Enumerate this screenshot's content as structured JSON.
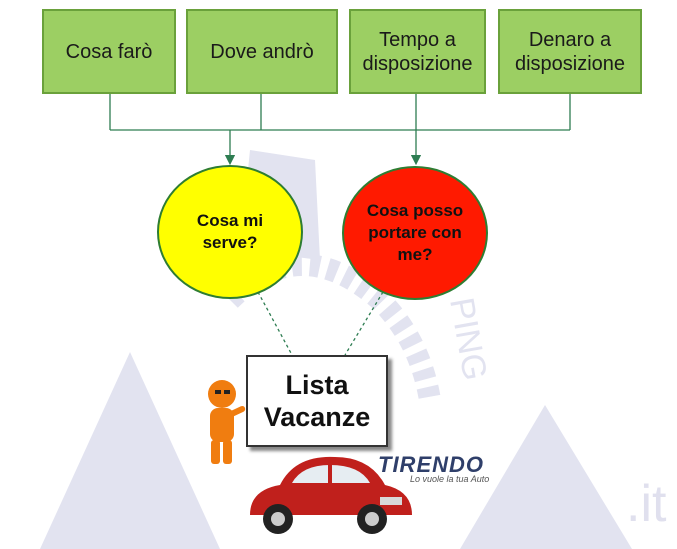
{
  "boxes": [
    "Cosa farò",
    "Dove andrò",
    "Tempo a disposizione",
    "Denaro a disposizione"
  ],
  "circles": {
    "yellow": "Cosa mi serve?",
    "red": "Cosa posso portare con me?"
  },
  "board": "Lista Vacanze",
  "brand": {
    "name": "TIRENDO",
    "slogan": "Lo vuole la tua Auto"
  },
  "watermark": {
    "suffix": ".it",
    "ping": "PING"
  },
  "colors": {
    "box": "#9ccf63",
    "box_border": "#6aa13b",
    "yellow": "#ffff00",
    "red": "#ff1a00",
    "line": "#2e7d52",
    "car": "#c0201c",
    "figure": "#f07d10"
  }
}
